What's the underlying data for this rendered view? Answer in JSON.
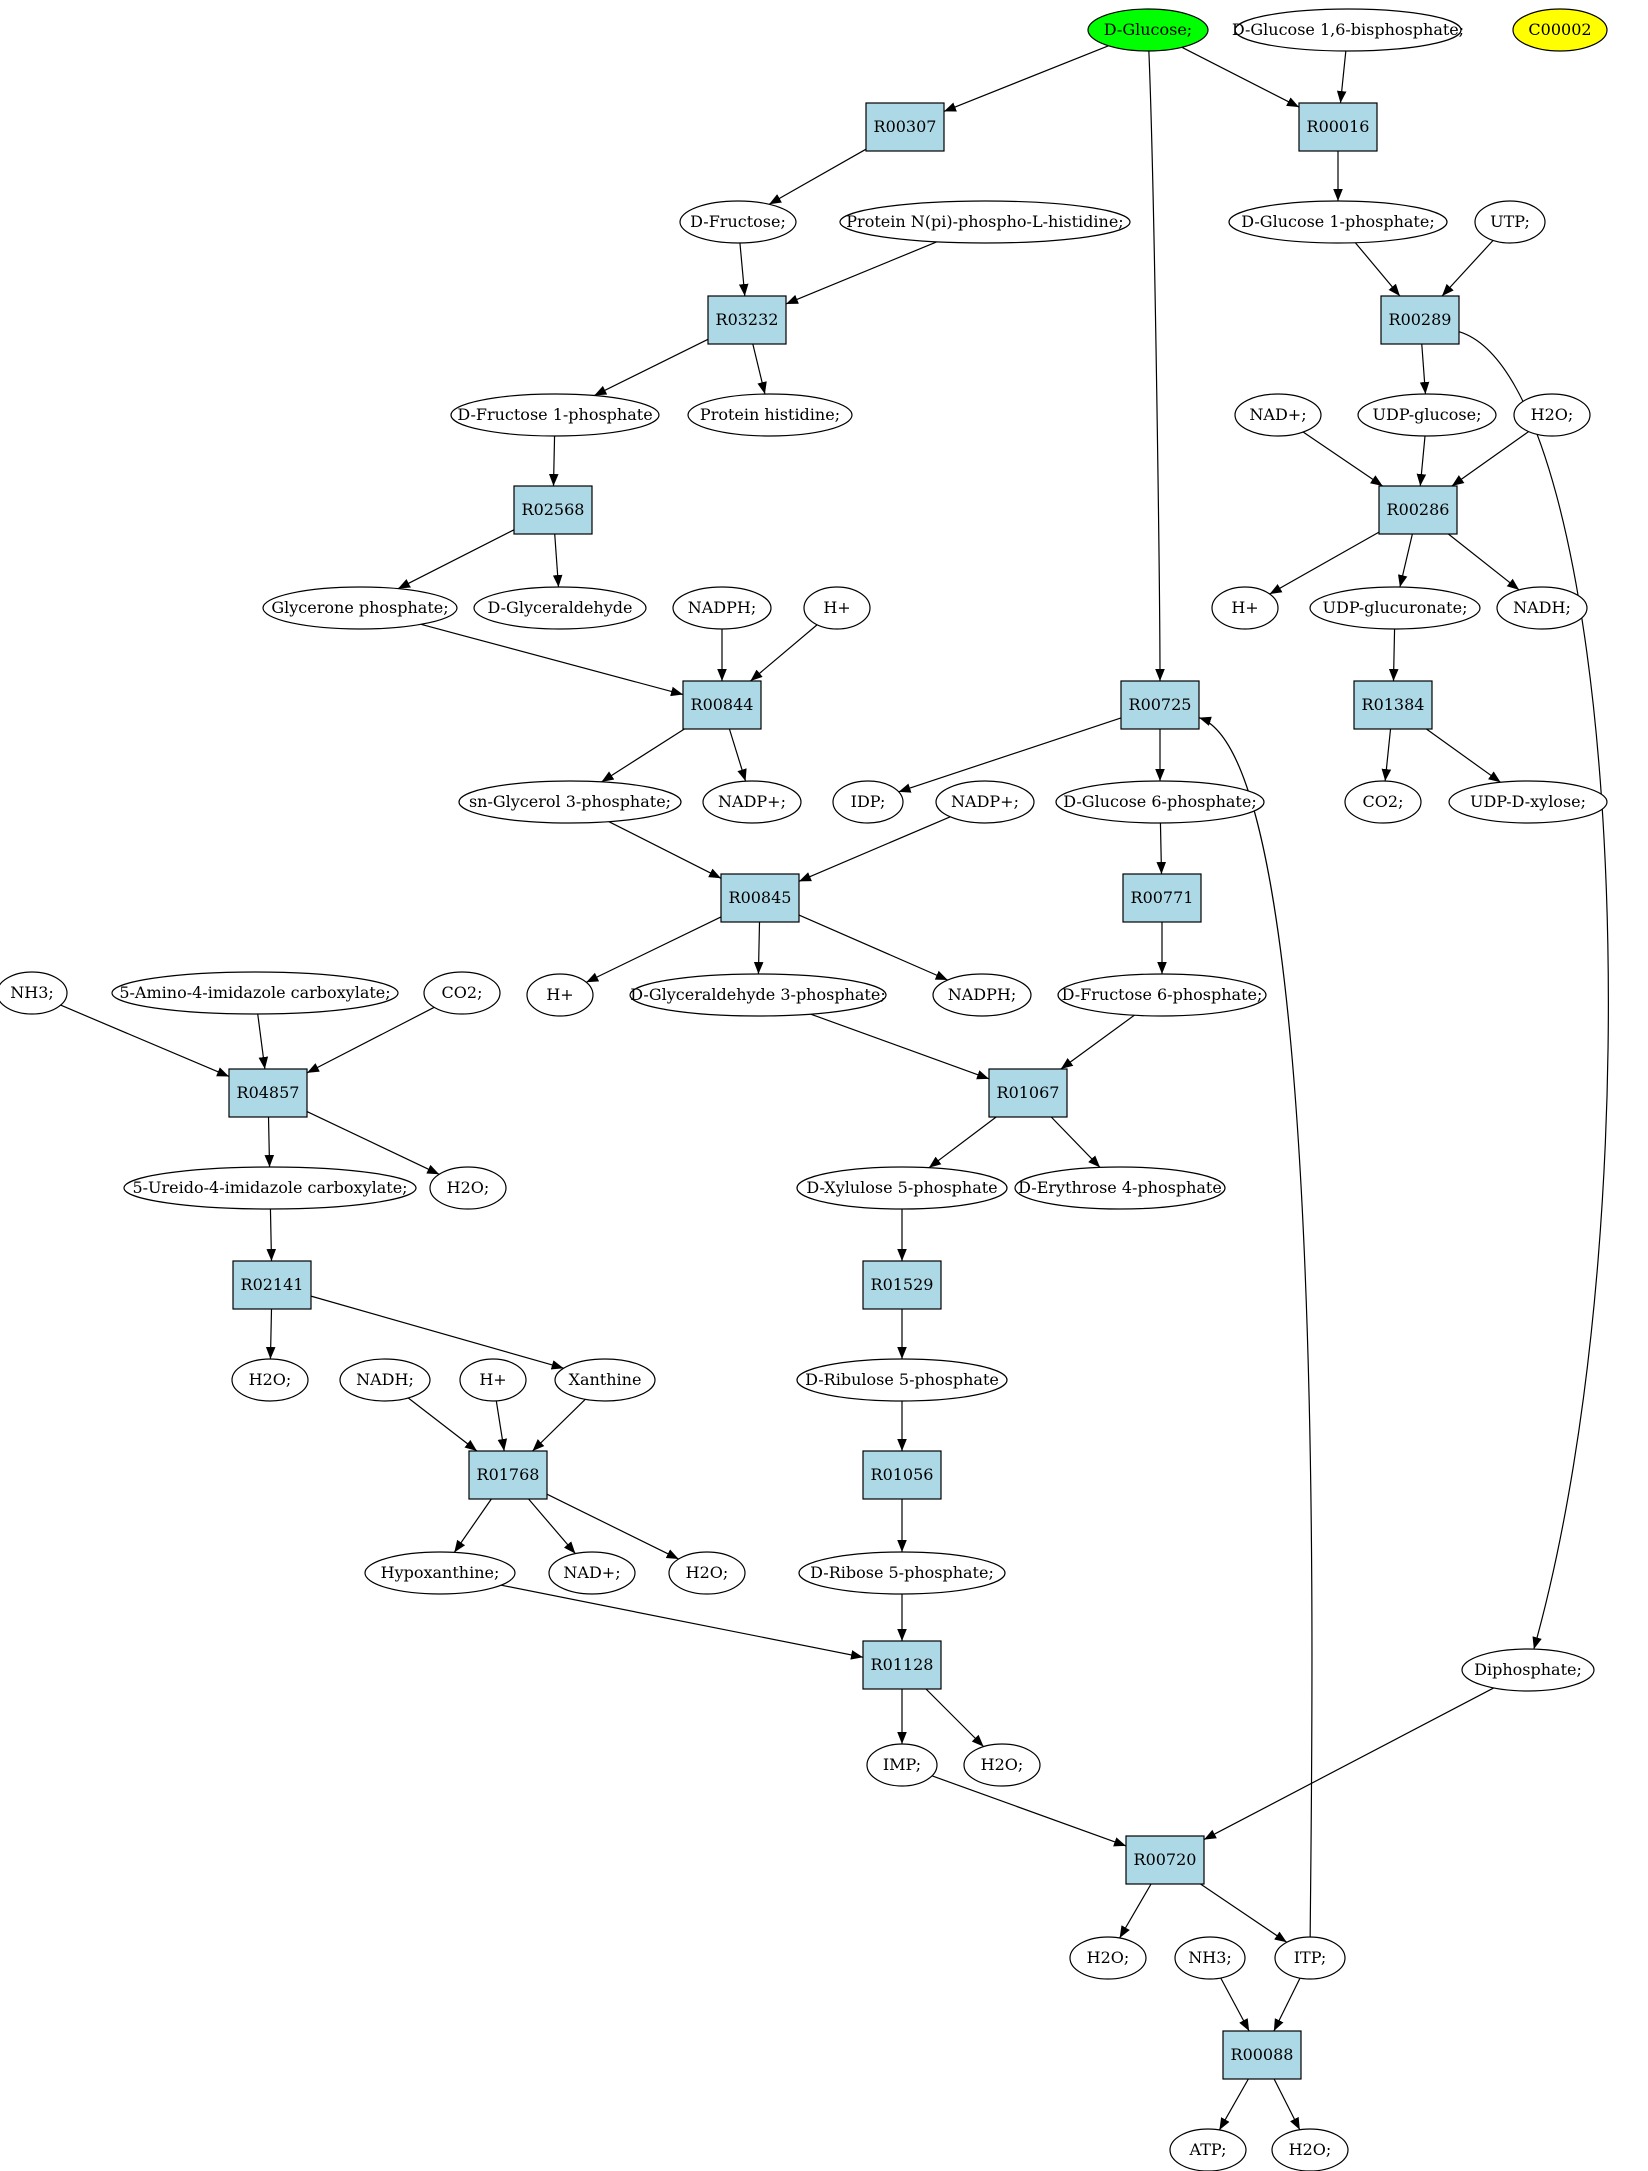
{
  "diagram": {
    "type": "graph",
    "colors": {
      "reaction_fill": "#add8e6",
      "compound_fill": "#ffffff",
      "query_highlight": "#00ff00",
      "query_secondary": "#ffff00",
      "line": "#000000"
    },
    "nodes": [
      {
        "id": "glc",
        "label": "D-Glucose;",
        "kind": "compound",
        "fill": "#00ff00"
      },
      {
        "id": "glc16bp",
        "label": "D-Glucose 1,6-bisphosphate;",
        "kind": "compound"
      },
      {
        "id": "c00002",
        "label": "C00002",
        "kind": "compound",
        "fill": "#ffff00"
      },
      {
        "id": "R00307",
        "label": "R00307",
        "kind": "reaction"
      },
      {
        "id": "R00016",
        "label": "R00016",
        "kind": "reaction"
      },
      {
        "id": "fru",
        "label": "D-Fructose;",
        "kind": "compound"
      },
      {
        "id": "phis",
        "label": "Protein N(pi)-phospho-L-histidine;",
        "kind": "compound"
      },
      {
        "id": "glc1p",
        "label": "D-Glucose 1-phosphate;",
        "kind": "compound"
      },
      {
        "id": "utp",
        "label": "UTP;",
        "kind": "compound"
      },
      {
        "id": "R03232",
        "label": "R03232",
        "kind": "reaction"
      },
      {
        "id": "R00289",
        "label": "R00289",
        "kind": "reaction"
      },
      {
        "id": "fru1p",
        "label": "D-Fructose 1-phosphate",
        "kind": "compound"
      },
      {
        "id": "phis2",
        "label": "Protein histidine;",
        "kind": "compound"
      },
      {
        "id": "nadp1",
        "label": "NAD+;",
        "kind": "compound"
      },
      {
        "id": "udpglc",
        "label": "UDP-glucose;",
        "kind": "compound"
      },
      {
        "id": "h2o_a",
        "label": "H2O;",
        "kind": "compound"
      },
      {
        "id": "R02568",
        "label": "R02568",
        "kind": "reaction"
      },
      {
        "id": "R00286",
        "label": "R00286",
        "kind": "reaction"
      },
      {
        "id": "gnp",
        "label": "Glycerone phosphate;",
        "kind": "compound"
      },
      {
        "id": "glyald",
        "label": "D-Glyceraldehyde",
        "kind": "compound"
      },
      {
        "id": "nadph1",
        "label": "NADPH;",
        "kind": "compound"
      },
      {
        "id": "hplus1",
        "label": "H+",
        "kind": "compound"
      },
      {
        "id": "hplus2",
        "label": "H+",
        "kind": "compound"
      },
      {
        "id": "udpglcu",
        "label": "UDP-glucuronate;",
        "kind": "compound"
      },
      {
        "id": "nadh1",
        "label": "NADH;",
        "kind": "compound"
      },
      {
        "id": "R00844",
        "label": "R00844",
        "kind": "reaction"
      },
      {
        "id": "R00725",
        "label": "R00725",
        "kind": "reaction"
      },
      {
        "id": "R01384",
        "label": "R01384",
        "kind": "reaction"
      },
      {
        "id": "g3p",
        "label": "sn-Glycerol 3-phosphate;",
        "kind": "compound"
      },
      {
        "id": "nadpp1",
        "label": "NADP+;",
        "kind": "compound"
      },
      {
        "id": "idp",
        "label": "IDP;",
        "kind": "compound"
      },
      {
        "id": "nadpp2",
        "label": "NADP+;",
        "kind": "compound"
      },
      {
        "id": "glc6p",
        "label": "D-Glucose 6-phosphate;",
        "kind": "compound"
      },
      {
        "id": "co2_a",
        "label": "CO2;",
        "kind": "compound"
      },
      {
        "id": "udpxyl",
        "label": "UDP-D-xylose;",
        "kind": "compound"
      },
      {
        "id": "R00845",
        "label": "R00845",
        "kind": "reaction"
      },
      {
        "id": "R00771",
        "label": "R00771",
        "kind": "reaction"
      },
      {
        "id": "nh3_a",
        "label": "NH3;",
        "kind": "compound"
      },
      {
        "id": "aica",
        "label": "5-Amino-4-imidazole carboxylate;",
        "kind": "compound"
      },
      {
        "id": "co2_b",
        "label": "CO2;",
        "kind": "compound"
      },
      {
        "id": "hplus3",
        "label": "H+",
        "kind": "compound"
      },
      {
        "id": "gap",
        "label": "D-Glyceraldehyde 3-phosphate;",
        "kind": "compound"
      },
      {
        "id": "nadph2",
        "label": "NADPH;",
        "kind": "compound"
      },
      {
        "id": "fru6p",
        "label": "D-Fructose 6-phosphate;",
        "kind": "compound"
      },
      {
        "id": "R04857",
        "label": "R04857",
        "kind": "reaction"
      },
      {
        "id": "R01067",
        "label": "R01067",
        "kind": "reaction"
      },
      {
        "id": "uica",
        "label": "5-Ureido-4-imidazole carboxylate;",
        "kind": "compound"
      },
      {
        "id": "h2o_b",
        "label": "H2O;",
        "kind": "compound"
      },
      {
        "id": "xyl5p",
        "label": "D-Xylulose 5-phosphate",
        "kind": "compound"
      },
      {
        "id": "ery4p",
        "label": "D-Erythrose 4-phosphate",
        "kind": "compound"
      },
      {
        "id": "R02141",
        "label": "R02141",
        "kind": "reaction"
      },
      {
        "id": "R01529",
        "label": "R01529",
        "kind": "reaction"
      },
      {
        "id": "h2o_c",
        "label": "H2O;",
        "kind": "compound"
      },
      {
        "id": "nadh2",
        "label": "NADH;",
        "kind": "compound"
      },
      {
        "id": "hplus4",
        "label": "H+",
        "kind": "compound"
      },
      {
        "id": "xan",
        "label": "Xanthine",
        "kind": "compound"
      },
      {
        "id": "rib5p_d",
        "label": "D-Ribulose 5-phosphate",
        "kind": "compound"
      },
      {
        "id": "R01768",
        "label": "R01768",
        "kind": "reaction"
      },
      {
        "id": "R01056",
        "label": "R01056",
        "kind": "reaction"
      },
      {
        "id": "hypx",
        "label": "Hypoxanthine;",
        "kind": "compound"
      },
      {
        "id": "nadp3",
        "label": "NAD+;",
        "kind": "compound"
      },
      {
        "id": "h2o_d",
        "label": "H2O;",
        "kind": "compound"
      },
      {
        "id": "r5p",
        "label": "D-Ribose 5-phosphate;",
        "kind": "compound"
      },
      {
        "id": "diph",
        "label": "Diphosphate;",
        "kind": "compound"
      },
      {
        "id": "R01128",
        "label": "R01128",
        "kind": "reaction"
      },
      {
        "id": "imp",
        "label": "IMP;",
        "kind": "compound"
      },
      {
        "id": "h2o_e",
        "label": "H2O;",
        "kind": "compound"
      },
      {
        "id": "R00720",
        "label": "R00720",
        "kind": "reaction"
      },
      {
        "id": "h2o_f",
        "label": "H2O;",
        "kind": "compound"
      },
      {
        "id": "nh3_b",
        "label": "NH3;",
        "kind": "compound"
      },
      {
        "id": "itp",
        "label": "ITP;",
        "kind": "compound"
      },
      {
        "id": "R00088",
        "label": "R00088",
        "kind": "reaction"
      },
      {
        "id": "atp",
        "label": "ATP;",
        "kind": "compound"
      },
      {
        "id": "h2o_g",
        "label": "H2O;",
        "kind": "compound"
      }
    ],
    "edges": [
      {
        "from": "glc",
        "to": "R00307"
      },
      {
        "from": "glc",
        "to": "R00016"
      },
      {
        "from": "glc",
        "to": "R00725"
      },
      {
        "from": "glc16bp",
        "to": "R00016"
      },
      {
        "from": "R00307",
        "to": "fru"
      },
      {
        "from": "R00016",
        "to": "glc1p"
      },
      {
        "from": "fru",
        "to": "R03232"
      },
      {
        "from": "phis",
        "to": "R03232"
      },
      {
        "from": "R03232",
        "to": "fru1p"
      },
      {
        "from": "R03232",
        "to": "phis2"
      },
      {
        "from": "glc1p",
        "to": "R00289"
      },
      {
        "from": "utp",
        "to": "R00289"
      },
      {
        "from": "R00289",
        "to": "udpglc"
      },
      {
        "from": "R00289",
        "to": "diph"
      },
      {
        "from": "fru1p",
        "to": "R02568"
      },
      {
        "from": "R02568",
        "to": "gnp"
      },
      {
        "from": "R02568",
        "to": "glyald"
      },
      {
        "from": "nadp1",
        "to": "R00286"
      },
      {
        "from": "udpglc",
        "to": "R00286"
      },
      {
        "from": "h2o_a",
        "to": "R00286"
      },
      {
        "from": "R00286",
        "to": "hplus2"
      },
      {
        "from": "R00286",
        "to": "udpglcu"
      },
      {
        "from": "R00286",
        "to": "nadh1"
      },
      {
        "from": "udpglcu",
        "to": "R01384"
      },
      {
        "from": "R01384",
        "to": "co2_a"
      },
      {
        "from": "R01384",
        "to": "udpxyl"
      },
      {
        "from": "gnp",
        "to": "R00844"
      },
      {
        "from": "nadph1",
        "to": "R00844"
      },
      {
        "from": "hplus1",
        "to": "R00844"
      },
      {
        "from": "R00844",
        "to": "g3p"
      },
      {
        "from": "R00844",
        "to": "nadpp1"
      },
      {
        "from": "R00725",
        "to": "idp"
      },
      {
        "from": "R00725",
        "to": "glc6p"
      },
      {
        "from": "itp",
        "to": "R00725"
      },
      {
        "from": "g3p",
        "to": "R00845"
      },
      {
        "from": "nadpp2",
        "to": "R00845"
      },
      {
        "from": "R00845",
        "to": "hplus3"
      },
      {
        "from": "R00845",
        "to": "gap"
      },
      {
        "from": "R00845",
        "to": "nadph2"
      },
      {
        "from": "glc6p",
        "to": "R00771"
      },
      {
        "from": "R00771",
        "to": "fru6p"
      },
      {
        "from": "gap",
        "to": "R01067"
      },
      {
        "from": "fru6p",
        "to": "R01067"
      },
      {
        "from": "R01067",
        "to": "xyl5p"
      },
      {
        "from": "R01067",
        "to": "ery4p"
      },
      {
        "from": "nh3_a",
        "to": "R04857"
      },
      {
        "from": "aica",
        "to": "R04857"
      },
      {
        "from": "co2_b",
        "to": "R04857"
      },
      {
        "from": "R04857",
        "to": "uica"
      },
      {
        "from": "R04857",
        "to": "h2o_b"
      },
      {
        "from": "uica",
        "to": "R02141"
      },
      {
        "from": "R02141",
        "to": "h2o_c"
      },
      {
        "from": "R02141",
        "to": "xan"
      },
      {
        "from": "xyl5p",
        "to": "R01529"
      },
      {
        "from": "R01529",
        "to": "rib5p_d"
      },
      {
        "from": "nadh2",
        "to": "R01768"
      },
      {
        "from": "hplus4",
        "to": "R01768"
      },
      {
        "from": "xan",
        "to": "R01768"
      },
      {
        "from": "R01768",
        "to": "hypx"
      },
      {
        "from": "R01768",
        "to": "nadp3"
      },
      {
        "from": "R01768",
        "to": "h2o_d"
      },
      {
        "from": "rib5p_d",
        "to": "R01056"
      },
      {
        "from": "R01056",
        "to": "r5p"
      },
      {
        "from": "hypx",
        "to": "R01128"
      },
      {
        "from": "r5p",
        "to": "R01128"
      },
      {
        "from": "R01128",
        "to": "imp"
      },
      {
        "from": "R01128",
        "to": "h2o_e"
      },
      {
        "from": "imp",
        "to": "R00720"
      },
      {
        "from": "diph",
        "to": "R00720"
      },
      {
        "from": "R00720",
        "to": "h2o_f"
      },
      {
        "from": "R00720",
        "to": "itp"
      },
      {
        "from": "nh3_b",
        "to": "R00088"
      },
      {
        "from": "itp",
        "to": "R00088"
      },
      {
        "from": "R00088",
        "to": "atp"
      },
      {
        "from": "R00088",
        "to": "h2o_g"
      }
    ]
  }
}
